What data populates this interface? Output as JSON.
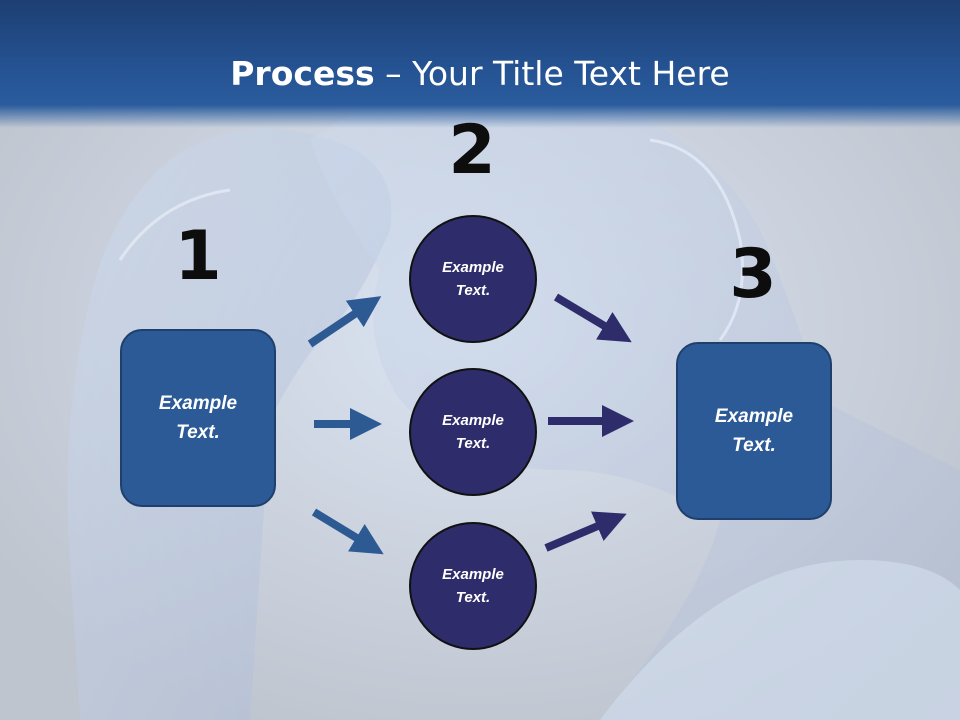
{
  "title": {
    "bold": "Process",
    "rest": " – Your Title Text Here"
  },
  "steps": [
    {
      "number": "1",
      "text": [
        "Example",
        "Text."
      ]
    },
    {
      "number": "2",
      "items": [
        {
          "text": [
            "Example",
            "Text."
          ]
        },
        {
          "text": [
            "Example",
            "Text."
          ]
        },
        {
          "text": [
            "Example",
            "Text."
          ]
        }
      ]
    },
    {
      "number": "3",
      "text": [
        "Example",
        "Text."
      ]
    }
  ],
  "colors": {
    "header": "#255393",
    "box_fill": "#2c5a96",
    "circle_fill": "#2e2c6a",
    "arrow_left": "#2e5a94",
    "arrow_right": "#2e2c6a"
  }
}
